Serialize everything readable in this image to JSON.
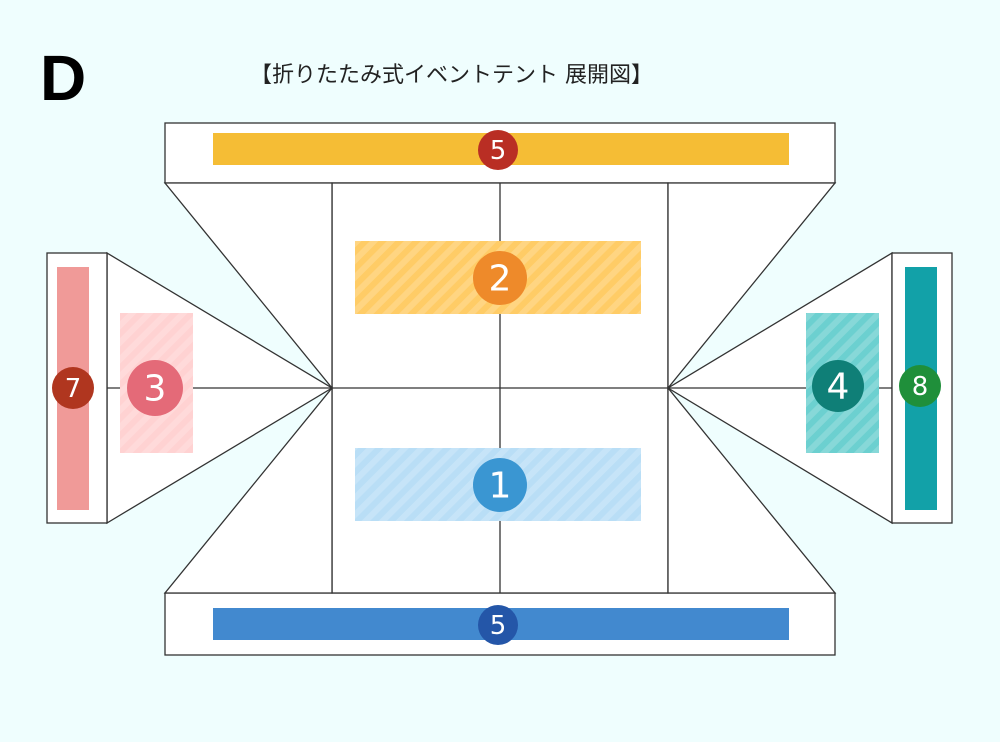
{
  "letter": "D",
  "title": "【折りたたみ式イベントテント 展開図】",
  "parts": {
    "p1": {
      "label": "1",
      "fill": "#b9def6",
      "circle": "#3a96d2"
    },
    "p2": {
      "label": "2",
      "fill": "#ffcc66",
      "circle": "#ee8a2a"
    },
    "p3": {
      "label": "3",
      "fill": "#ffd2d2",
      "circle": "#e46a78"
    },
    "p4": {
      "label": "4",
      "fill": "#6cd0d0",
      "circle": "#0f7f77"
    },
    "p5_top": {
      "label": "5",
      "fill": "#f5bd35",
      "circle": "#b92e24"
    },
    "p5_bottom": {
      "label": "5",
      "fill": "#4289cf",
      "circle": "#2456a8"
    },
    "p7": {
      "label": "7",
      "fill": "#f09a98",
      "circle": "#b0361f"
    },
    "p8": {
      "label": "8",
      "fill": "#12a1a8",
      "circle": "#1f8f3a"
    }
  }
}
